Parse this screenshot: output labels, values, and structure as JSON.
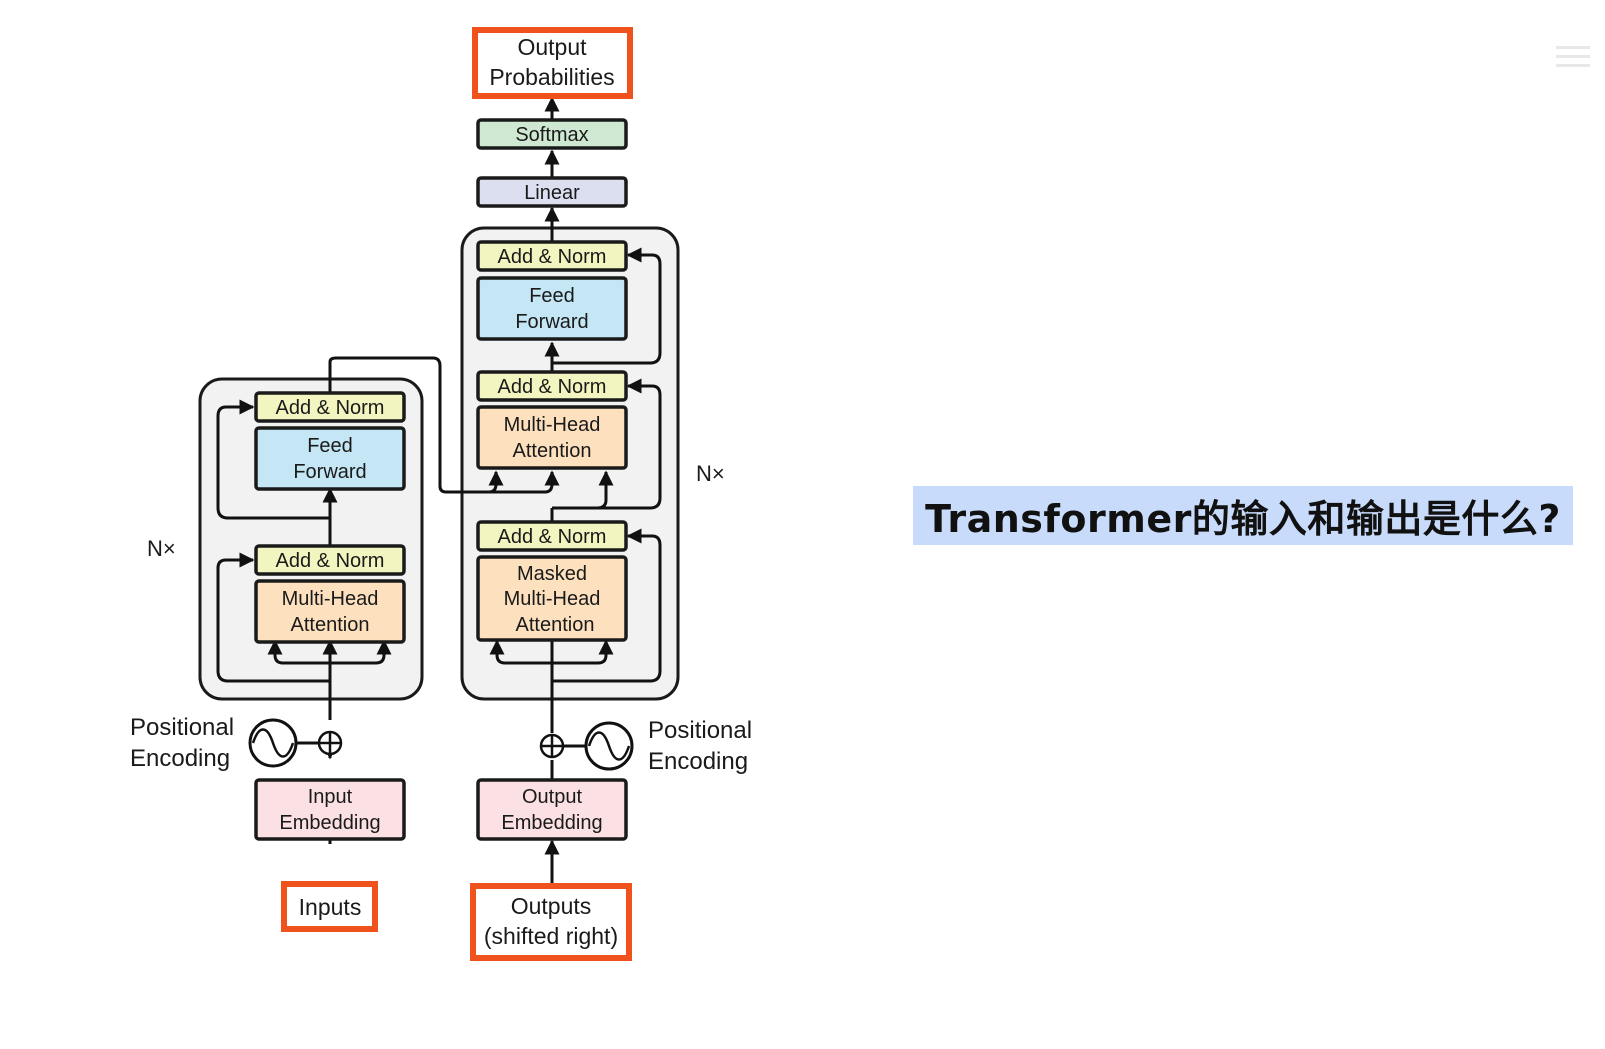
{
  "title": "Transformer的输入和输出是什么?",
  "diagram": {
    "encoder": {
      "repeat_label": "N×",
      "add_norm_top": "Add & Norm",
      "feed_forward": [
        "Feed",
        "Forward"
      ],
      "add_norm_bottom": "Add & Norm",
      "attention": [
        "Multi-Head",
        "Attention"
      ],
      "positional_encoding": [
        "Positional",
        "Encoding"
      ],
      "embedding": [
        "Input",
        "Embedding"
      ],
      "inputs": "Inputs"
    },
    "decoder": {
      "repeat_label": "N×",
      "add_norm_top": "Add & Norm",
      "feed_forward": [
        "Feed",
        "Forward"
      ],
      "add_norm_mid": "Add & Norm",
      "cross_attention": [
        "Multi-Head",
        "Attention"
      ],
      "add_norm_bottom": "Add & Norm",
      "masked_attention": [
        "Masked",
        "Multi-Head",
        "Attention"
      ],
      "positional_encoding": [
        "Positional",
        "Encoding"
      ],
      "embedding": [
        "Output",
        "Embedding"
      ],
      "outputs": [
        "Outputs",
        "(shifted right)"
      ]
    },
    "linear": "Linear",
    "softmax": "Softmax",
    "output_probabilities": [
      "Output",
      "Probabilities"
    ]
  },
  "colors": {
    "highlight_border": "#f0521e",
    "add_norm": "#f3f5c0",
    "feed_forward": "#c4e6f5",
    "attention": "#fde0bd",
    "embedding": "#fbe0e4",
    "linear": "#dcdff0",
    "softmax": "#cfe8d1",
    "banner": "#c8dbfb"
  }
}
